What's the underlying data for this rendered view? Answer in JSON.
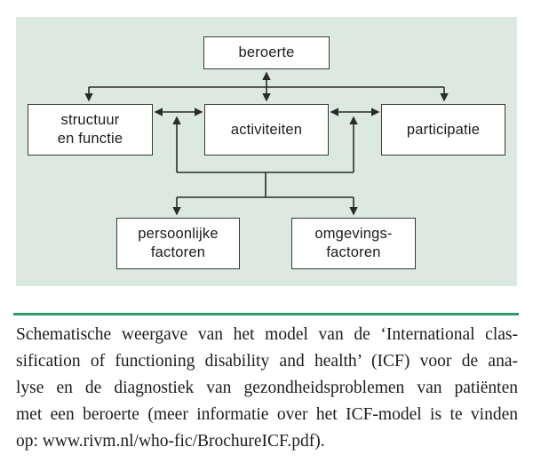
{
  "figure": {
    "boxes": {
      "beroerte": {
        "label": "beroerte"
      },
      "structuur": {
        "line1": "structuur",
        "line2": "en functie"
      },
      "activiteiten": {
        "label": "activiteiten"
      },
      "participatie": {
        "label": "participatie"
      },
      "persoonlijke": {
        "line1": "persoonlijke",
        "line2": "factoren"
      },
      "omgevings": {
        "line1": "omgevings-",
        "line2": "factoren"
      }
    }
  },
  "caption": {
    "lines": [
      "Schematische weergave van het model van de ‘International clas-",
      "sification of functioning disability and health’ (ICF) voor de ana-",
      "lyse en de diagnostiek van gezondheidsproblemen van patiënten",
      "met een beroerte (meer informatie over het ICF-model is te vinden",
      "op: www.rivm.nl/who-fic/BrochureICF.pdf)."
    ]
  },
  "theme": {
    "panel_bg": "#dce9e0",
    "rule_green": "#2e9b6b",
    "line_color": "#2b2b2b",
    "box_bg": "#ffffff",
    "box_border": "#3a3a3a",
    "text_color": "#1c1c1c",
    "page_bg": "#ffffff"
  }
}
